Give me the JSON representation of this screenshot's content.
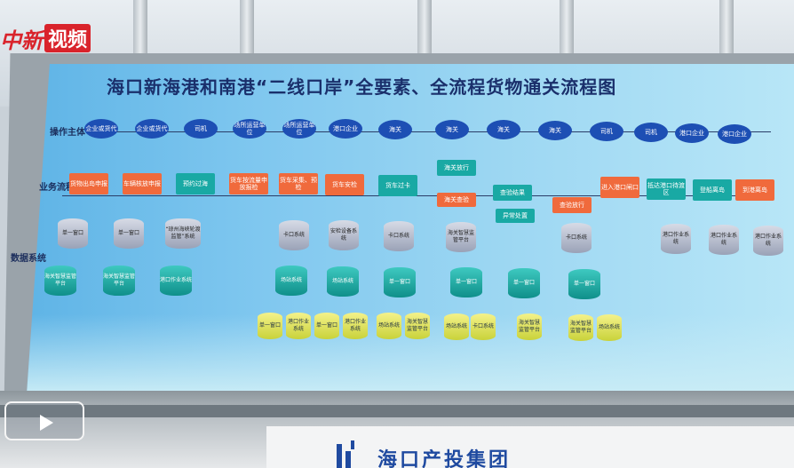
{
  "watermark": {
    "text_a": "中新",
    "text_b": "视频"
  },
  "board": {
    "title": "海口新海港和南港“二线口岸”全要素、全流程货物通关流程图",
    "row_labels": [
      "操作主体",
      "业务流程",
      "数据系统"
    ],
    "actors": [
      "企业或货代",
      "企业或货代",
      "司机",
      "场所运营单位",
      "场所运营单位",
      "港口企业",
      "海关",
      "海关",
      "海关",
      "海关",
      "司机",
      "司机",
      "港口企业",
      "港口企业"
    ],
    "processes": [
      "货物出岛申报",
      "车辆核放申报",
      "预约过海",
      "货车按流量申放报检",
      "货车采集、预检",
      "货车安检",
      "货车过卡",
      "海关放行",
      "海关查验",
      "查验结果",
      "异常处置",
      "查验放行",
      "进入港口闸口",
      "抵达港口待渡区",
      "登船离岛",
      "到港离岛"
    ],
    "systems_grey": [
      "单一窗口",
      "单一窗口",
      "“琼州海峡轮渡监管”系统",
      "卡口系统",
      "安检设备系统",
      "卡口系统",
      "海关智慧监管平台",
      "卡口系统",
      "港口作业系统",
      "港口作业系统",
      "港口作业系统"
    ],
    "systems_teal": [
      "海关智慧监管平台",
      "海关智慧监管平台",
      "港口作业系统",
      "场站系统",
      "场站系统",
      "单一窗口",
      "单一窗口",
      "单一窗口",
      "单一窗口"
    ],
    "systems_yellow": [
      "单一窗口",
      "港口作业系统",
      "单一窗口",
      "港口作业系统",
      "场站系统",
      "海关智慧监管平台",
      "场站系统",
      "卡口系统",
      "海关智慧监管平台",
      "海关智慧监管平台",
      "场站系统"
    ]
  },
  "company": {
    "name": "海口产投集团"
  },
  "colors": {
    "actor": "#1d4fb4",
    "process_orange": "#f06a3c",
    "process_teal": "#19a9a4",
    "system_teal": "#19a9a4",
    "system_yellow": "#e3e35a"
  },
  "icons": {
    "play": "play-icon",
    "company_logo": "company-logo-icon"
  }
}
